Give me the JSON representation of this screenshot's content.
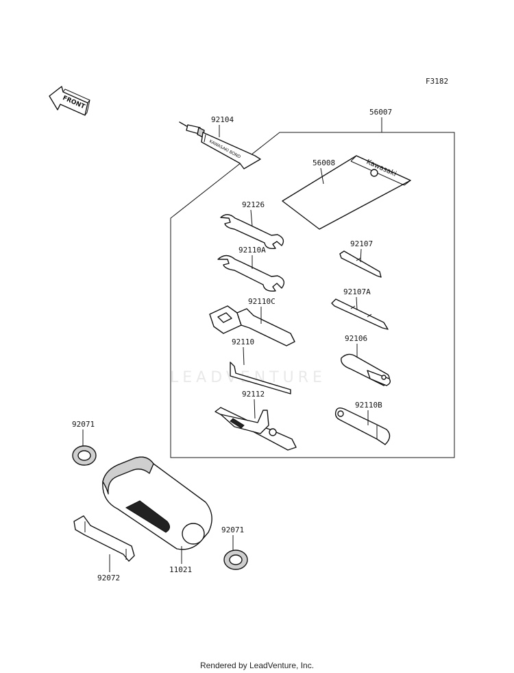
{
  "figure_code": "F3182",
  "front_label": "FRONT",
  "watermark": "LEADVENTURE",
  "footer": "Rendered by LeadVenture, Inc.",
  "tube_text": "KAWASAKI BOND",
  "pouch_brand": "Kawasaki",
  "parts": {
    "p92104": "92104",
    "p56007": "56007",
    "p56008": "56008",
    "p92126": "92126",
    "p92110A": "92110A",
    "p92107": "92107",
    "p92107A": "92107A",
    "p92110C": "92110C",
    "p92106": "92106",
    "p92110": "92110",
    "p92112": "92112",
    "p92110B": "92110B",
    "p92071a": "92071",
    "p92071b": "92071",
    "p92072": "92072",
    "p11021": "11021"
  }
}
